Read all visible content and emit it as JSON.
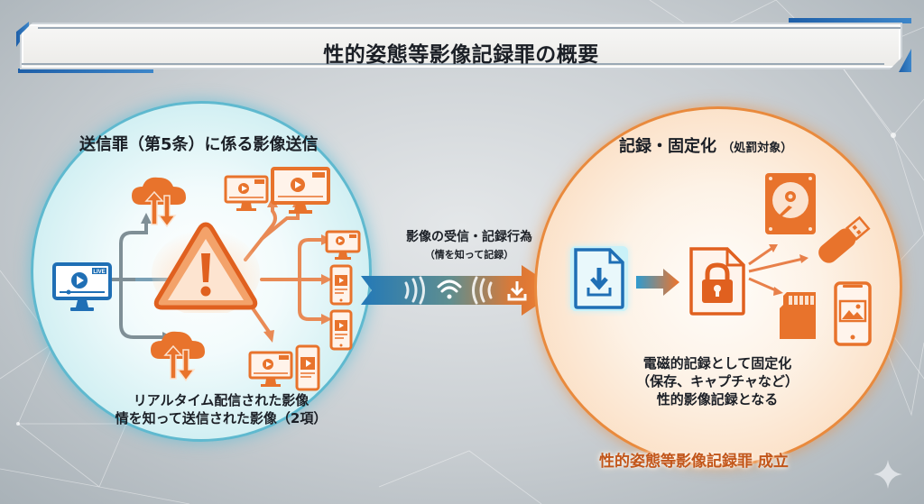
{
  "title": "性的姿態等影像記録罪の概要",
  "left_panel": {
    "heading": "送信罪（第5条）に係る影像送信",
    "caption_line1": "リアルタイム配信された影像",
    "caption_line2": "情を知って送信された影像（2項）",
    "source_badge": "LIVE",
    "icons": [
      "source-monitor-icon",
      "cloud-sync-icon",
      "cloud-sync-icon",
      "warning-triangle-icon",
      "monitor-live-icon",
      "monitor-live-icon",
      "monitor-live-icon",
      "smartphone-video-icon",
      "smartphone-video-icon",
      "monitor-live-icon",
      "smartphone-video-icon"
    ],
    "color": "#5fb9cf"
  },
  "middle": {
    "label": "影像の受信・記録行為",
    "sublabel": "（情を知って記録）",
    "icons": [
      "wifi-icon",
      "download-icon"
    ]
  },
  "right_panel": {
    "heading": "記録・固定化",
    "heading_note": "（処罰対象）",
    "caption_line1": "電磁的記録として固定化",
    "caption_line2": "（保存、キャプチャなど）",
    "caption_line3": "性的影像記録となる",
    "icons": [
      "download-file-icon",
      "locked-file-icon",
      "hard-drive-icon",
      "usb-drive-icon",
      "sd-card-icon",
      "smartphone-image-icon"
    ],
    "color": "#e98a3d"
  },
  "conclusion": "性的姿態等影像記録罪 成立",
  "colors": {
    "accent_orange": "#e8732c",
    "accent_blue": "#1f6fb5",
    "conclusion_text": "#c2561a"
  }
}
